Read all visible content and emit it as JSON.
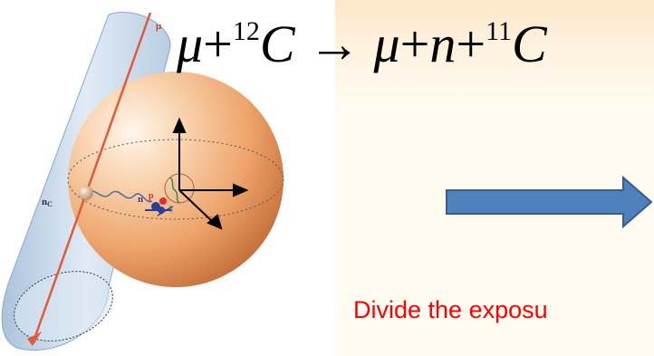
{
  "equation": {
    "mu1": "μ",
    "plus1": "+",
    "mass1": "12",
    "nucleus1": "C",
    "arrow": "→",
    "mu2": "μ",
    "plus2": "+",
    "neutron": "n",
    "plus3": "+",
    "mass2": "11",
    "nucleus2": "C"
  },
  "diagram": {
    "muon_label": "μ",
    "track_label": "n",
    "track_sub": "C",
    "neutron_label": "n",
    "proton_label": "p",
    "gamma_label": "γ"
  },
  "caption": "Divide the exposu",
  "colors": {
    "panel_background": "#fffbf0",
    "panel_top": "#fde7c8",
    "arrow": "#4f81bd",
    "arrow_stroke": "#385d8a",
    "caption": "#ff0000",
    "muon_track": "#e05a3a",
    "cylinder": "#b8cde2",
    "sphere": "#f2b07a"
  }
}
